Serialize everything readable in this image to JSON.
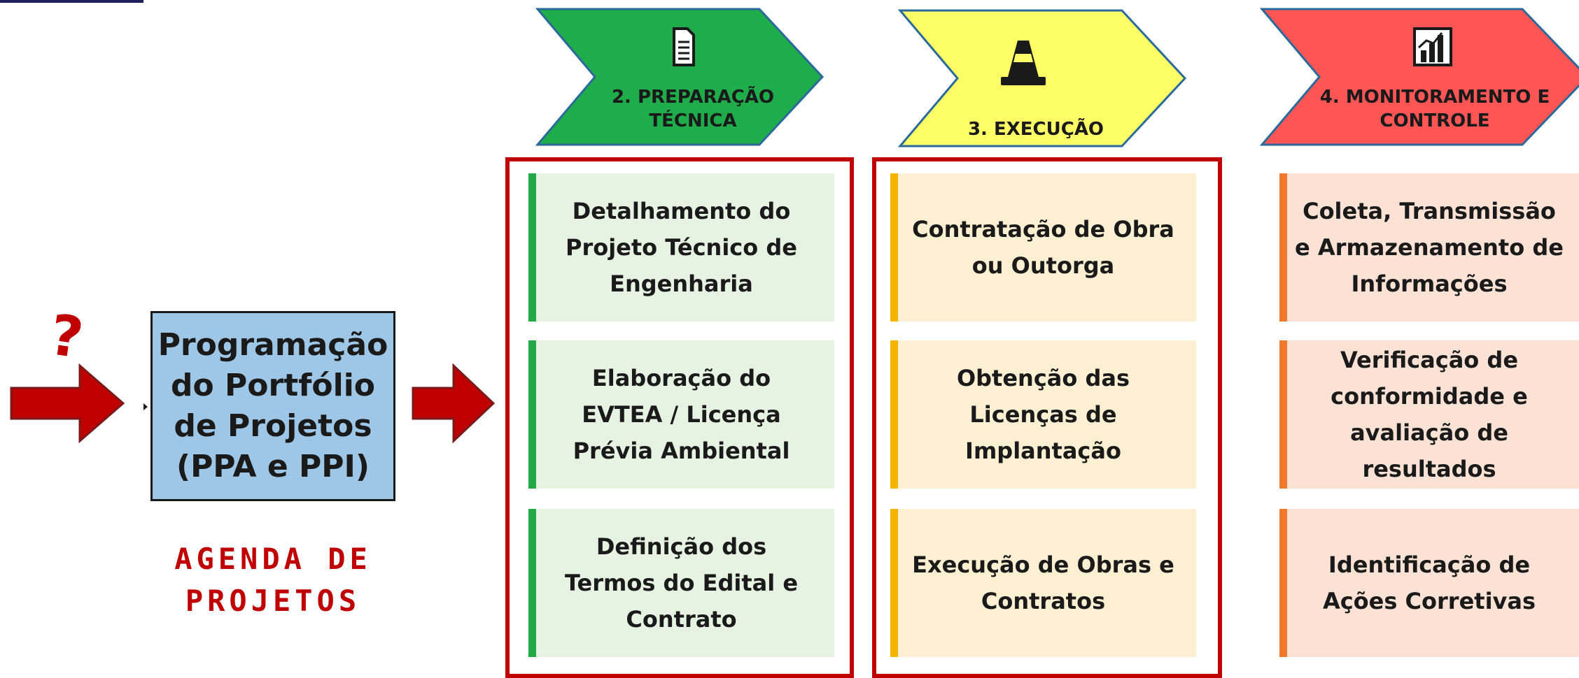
{
  "left": {
    "question_mark": "?",
    "box_text": "Programação\ndo Portfólio\nde Projetos\n(PPA e PPI)",
    "agenda_text": "AGENDA DE\nPROJETOS"
  },
  "stages": [
    {
      "label": "2. PREPARAÇÃO\nTÉCNICA",
      "icon": "document-icon",
      "color": "#1fad4b",
      "cards": [
        "Detalhamento do\nProjeto Técnico de\nEngenharia",
        "Elaboração do\nEVTEA / Licença\nPrévia Ambiental",
        "Definição dos\nTermos do Edital e\nContrato"
      ]
    },
    {
      "label": "3. EXECUÇÃO",
      "icon": "traffic-cone-icon",
      "color": "#ffff66",
      "cards": [
        "Contratação de Obra\nou Outorga",
        "Obtenção das\nLicenças de\nImplantação",
        "Execução de Obras e\nContratos"
      ]
    },
    {
      "label": "4. MONITORAMENTO E\nCONTROLE",
      "icon": "bar-chart-icon",
      "color": "#ff5555",
      "cards": [
        "Coleta, Transmissão\ne Armazenamento de\nInformações",
        "Verificação de\nconformidade e\navaliação de\nresultados",
        "Identificação de\nAções Corretivas"
      ]
    }
  ],
  "colors": {
    "red_accent": "#c00000",
    "box_fill": "#9ec6e6"
  }
}
